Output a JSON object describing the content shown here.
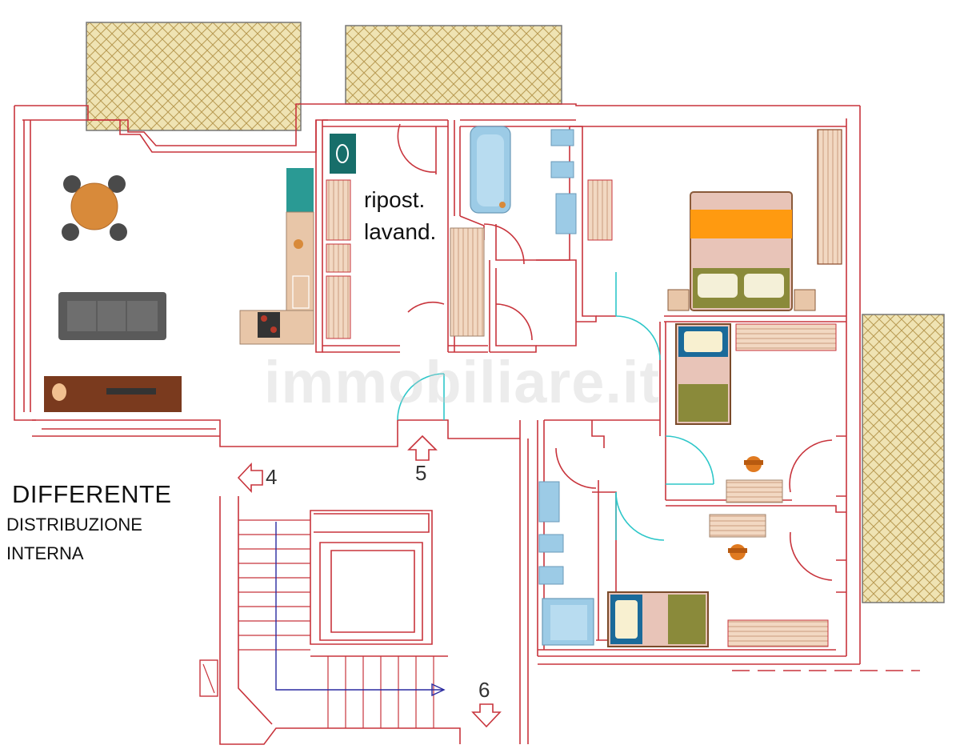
{
  "labels": {
    "room_storage": "ripost.",
    "room_laundry": "lavand.",
    "note_title": "DIFFERENTE",
    "note_line1": "DISTRIBUZIONE",
    "note_line2": "INTERNA",
    "watermark": "immobiliare.it",
    "arrow_4": "4",
    "arrow_5": "5",
    "arrow_6": "6"
  },
  "colors": {
    "wall": "#c8343c",
    "door": "#2ec7c9",
    "terrace": "#e8d9a0",
    "wood": "#e8c6a8",
    "sofa": "#5a5a5a",
    "table": "#d88a3a",
    "bed_orange": "#ff9a10",
    "bed_olive": "#8a8a3a",
    "bathtub": "#9ccbe6",
    "counter": "#2a9a94",
    "tv_unit": "#7a3a1e",
    "stairs_arrow": "#2a2aa0"
  }
}
